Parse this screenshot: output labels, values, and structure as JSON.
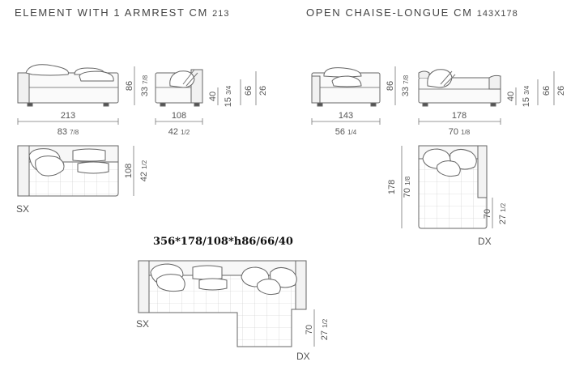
{
  "titles": {
    "element": "ELEMENT WITH 1 ARMREST CM",
    "element_size": "213",
    "chaise": "OPEN CHAISE-LONGUE CM",
    "chaise_size": "143X178"
  },
  "combo_label": "356*178/108*h86/66/40",
  "dims": {
    "e_front_cm": "213",
    "e_front_in_whole": "83",
    "e_front_in_frac": "7/8",
    "e_height_cm": "86",
    "e_height_in_whole": "33",
    "e_height_in_frac": "7/8",
    "e_side_cm": "108",
    "e_side_in_whole": "42",
    "e_side_in_frac": "1/2",
    "e_seat_cm": "40",
    "e_seat_in_whole": "15",
    "e_seat_in_frac": "3/4",
    "e_back_h": "66",
    "e_arm_h": "26",
    "e_depth_cm": "108",
    "e_depth_in_whole": "42",
    "e_depth_in_frac": "1/2",
    "c_front_cm": "143",
    "c_front_in_whole": "56",
    "c_front_in_frac": "1/4",
    "c_height_cm": "86",
    "c_height_in_whole": "33",
    "c_height_in_frac": "7/8",
    "c_side_cm": "178",
    "c_side_in_whole": "70",
    "c_side_in_frac": "1/8",
    "c_seat_cm": "40",
    "c_seat_in_whole": "15",
    "c_seat_in_frac": "3/4",
    "c_back_h": "66",
    "c_arm_h": "26",
    "c_depth_cm": "178",
    "c_depth_in_whole": "70",
    "c_depth_in_frac": "1/8",
    "c_ext_cm": "70",
    "c_ext_in_whole": "27",
    "c_ext_in_frac": "1/2",
    "combo_ext_cm": "70",
    "combo_ext_in_whole": "27",
    "combo_ext_in_frac": "1/2"
  },
  "orientation": {
    "element_plan": "SX",
    "chaise_plan": "DX",
    "combo_left": "SX",
    "combo_right": "DX"
  }
}
